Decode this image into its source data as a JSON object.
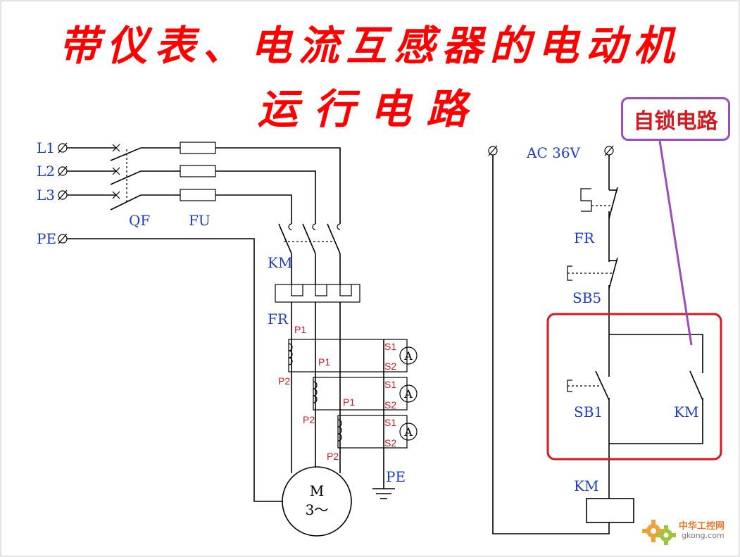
{
  "title": {
    "line1": "带仪表、电流互感器的电动机",
    "line2": "运行电路"
  },
  "callout": {
    "text": "自锁电路"
  },
  "main_circuit": {
    "lines": [
      "L1",
      "L2",
      "L3"
    ],
    "pe": "PE",
    "breaker": "QF",
    "fuse": "FU",
    "contactor": "KM",
    "thermal_relay": "FR",
    "motor": {
      "top": "M",
      "bottom": "3～"
    },
    "meter_symbol": "A",
    "ct_labels": {
      "p1": "P1",
      "p2": "P2",
      "s1": "S1",
      "s2": "S2"
    },
    "ground_label": "PE"
  },
  "control_circuit": {
    "supply": "AC  36V",
    "fr": "FR",
    "stop_button": "SB5",
    "start_button": "SB1",
    "aux_contact": "KM",
    "coil": "KM"
  },
  "watermark": {
    "line1": "中华工控网",
    "line2": "gkong.com"
  },
  "colors": {
    "title": "#ff0000",
    "labels": "#1b3cc4",
    "ct_labels": "#d4191f",
    "highlight_box": "#d4191f",
    "callout_border": "#9b4dbb"
  }
}
